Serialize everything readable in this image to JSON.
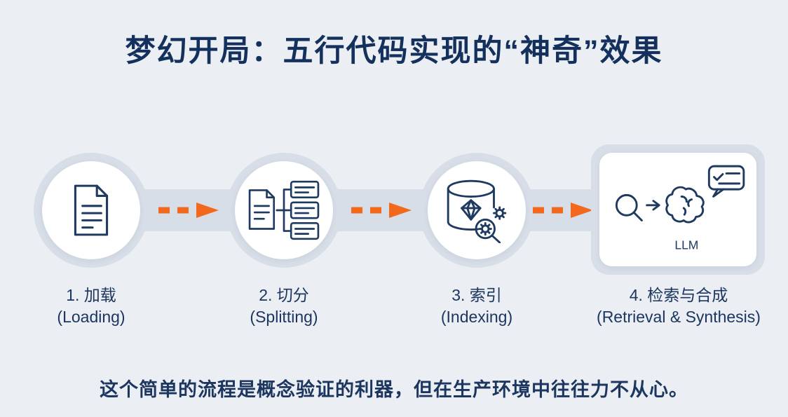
{
  "title": "梦幻开局：五行代码实现的“神奇”效果",
  "footer": "这个简单的流程是概念验证的利器，但在生产环境中往往力不从心。",
  "colors": {
    "background": "#ebeff4",
    "title_text": "#14315d",
    "label_text": "#1c3660",
    "icon_stroke": "#1f3a60",
    "arrow_orange": "#f2691d",
    "node_ring": "#d8dee7",
    "node_fill": "#ffffff"
  },
  "steps": [
    {
      "number_label": "1. 加载",
      "en_label": "(Loading)",
      "icon": "document-icon"
    },
    {
      "number_label": "2. 切分",
      "en_label": "(Splitting)",
      "icon": "split-document-icon"
    },
    {
      "number_label": "3. 索引",
      "en_label": "(Indexing)",
      "icon": "database-index-icon"
    },
    {
      "number_label": "4. 检索与合成",
      "en_label": "(Retrieval & Synthesis)",
      "icon": "retrieval-synthesis-icon",
      "llm_label": "LLM"
    }
  ]
}
